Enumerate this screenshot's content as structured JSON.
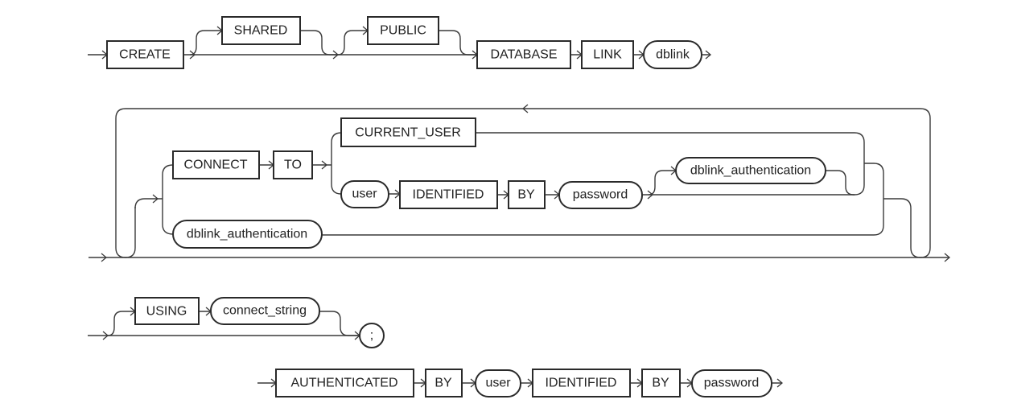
{
  "diagram": {
    "row1": {
      "create": "CREATE",
      "shared": "SHARED",
      "public": "PUBLIC",
      "database": "DATABASE",
      "link": "LINK",
      "dblink": "dblink"
    },
    "row2": {
      "connect": "CONNECT",
      "to": "TO",
      "current_user": "CURRENT_USER",
      "user": "user",
      "identified": "IDENTIFIED",
      "by": "BY",
      "password": "password",
      "dblink_authentication_optional": "dblink_authentication",
      "dblink_authentication": "dblink_authentication"
    },
    "row3": {
      "using": "USING",
      "connect_string": "connect_string",
      "semicolon": ";"
    },
    "row4": {
      "authenticated": "AUTHENTICATED",
      "by1": "BY",
      "user": "user",
      "identified": "IDENTIFIED",
      "by2": "BY",
      "password": "password"
    }
  }
}
